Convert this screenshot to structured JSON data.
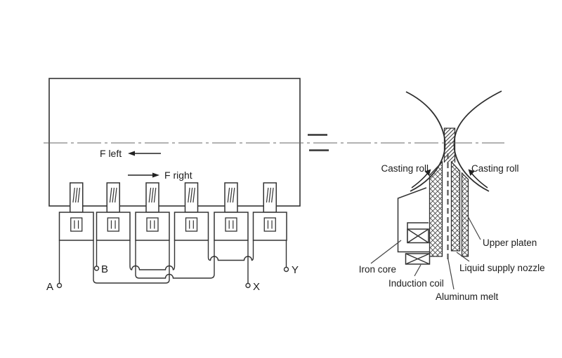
{
  "figure": {
    "left_unit": {
      "force_left_label": "F left",
      "force_right_label": "F right",
      "terminals": {
        "a": "A",
        "b": "B",
        "x": "X",
        "y": "Y"
      }
    },
    "right_unit": {
      "casting_roll_left": "Casting roll",
      "casting_roll_right": "Casting roll",
      "upper_platen": "Upper platen",
      "liquid_supply_nozzle": "Liquid supply nozzle",
      "iron_core": "Iron core",
      "induction_coil": "Induction coil",
      "aluminum_melt": "Aluminum melt"
    },
    "colors": {
      "line": "#333333",
      "centerline": "#666666",
      "background": "#ffffff"
    }
  }
}
